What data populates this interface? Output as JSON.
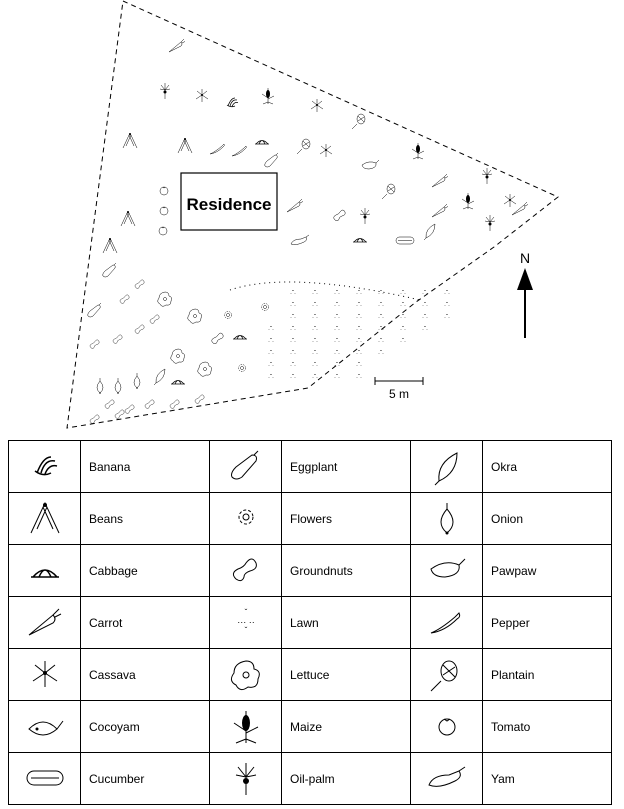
{
  "map": {
    "residence_label": "Residence",
    "north_label": "N",
    "scale_label": "5 m"
  },
  "legend": {
    "columns": [
      [
        {
          "icon": "banana-icon",
          "label": "Banana"
        },
        {
          "icon": "beans-icon",
          "label": "Beans"
        },
        {
          "icon": "cabbage-icon",
          "label": "Cabbage"
        },
        {
          "icon": "carrot-icon",
          "label": "Carrot"
        },
        {
          "icon": "cassava-icon",
          "label": "Cassava"
        },
        {
          "icon": "cocoyam-icon",
          "label": "Cocoyam"
        },
        {
          "icon": "cucumber-icon",
          "label": "Cucumber"
        }
      ],
      [
        {
          "icon": "eggplant-icon",
          "label": "Eggplant"
        },
        {
          "icon": "flowers-icon",
          "label": "Flowers"
        },
        {
          "icon": "groundnuts-icon",
          "label": "Groundnuts"
        },
        {
          "icon": "lawn-icon",
          "label": "Lawn"
        },
        {
          "icon": "lettuce-icon",
          "label": "Lettuce"
        },
        {
          "icon": "maize-icon",
          "label": "Maize"
        },
        {
          "icon": "oil-palm-icon",
          "label": "Oil-palm"
        }
      ],
      [
        {
          "icon": "okra-icon",
          "label": "Okra"
        },
        {
          "icon": "onion-icon",
          "label": "Onion"
        },
        {
          "icon": "pawpaw-icon",
          "label": "Pawpaw"
        },
        {
          "icon": "pepper-icon",
          "label": "Pepper"
        },
        {
          "icon": "plantain-icon",
          "label": "Plantain"
        },
        {
          "icon": "tomato-icon",
          "label": "Tomato"
        },
        {
          "icon": "yam-icon",
          "label": "Yam"
        }
      ]
    ]
  }
}
